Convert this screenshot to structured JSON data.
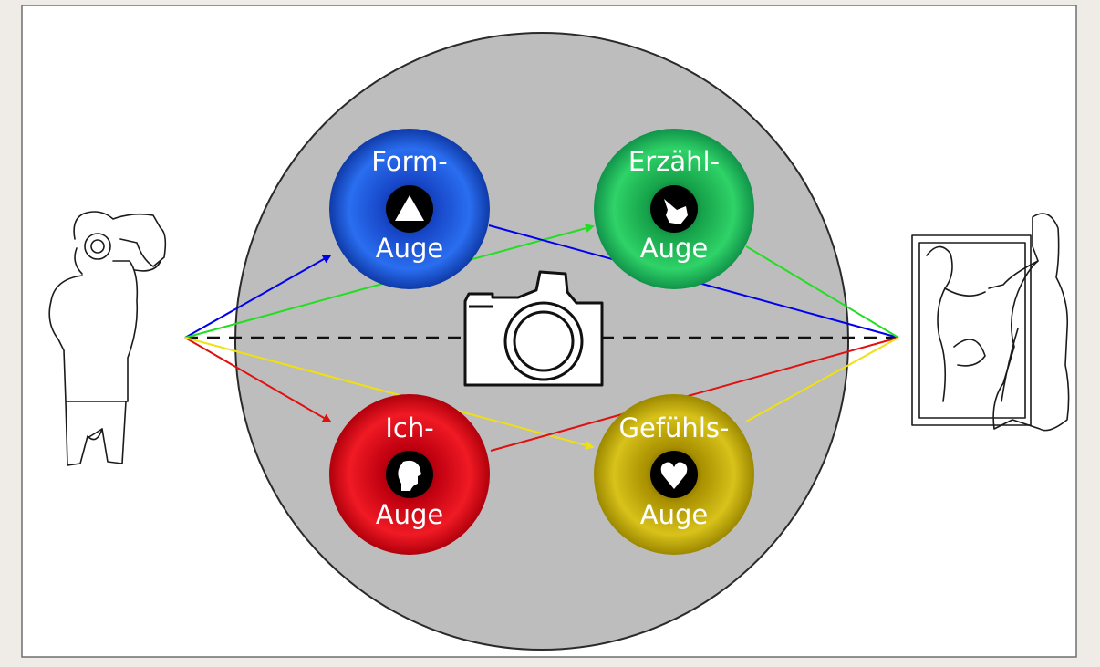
{
  "eyes": {
    "form": {
      "top": "Form-",
      "bottom": "Auge",
      "color": "#1f5fe0",
      "icon": "triangle-icon"
    },
    "erzaehl": {
      "top": "Erzähl-",
      "bottom": "Auge",
      "color": "#22c25a",
      "icon": "pointing-hand-icon"
    },
    "ich": {
      "top": "Ich-",
      "bottom": "Auge",
      "color": "#e0101c",
      "icon": "head-profile-icon"
    },
    "gefuehl": {
      "top": "Gefühls-",
      "bottom": "Auge",
      "color": "#c9b210",
      "icon": "heart-icon"
    }
  },
  "colors": {
    "background": "#efece7",
    "panel": "#ffffff",
    "circle": "#bdbdbd",
    "line_blue": "#0000ee",
    "line_green": "#22dd22",
    "line_red": "#e01010",
    "line_yellow": "#f0e010"
  },
  "figures": {
    "left": "photographer-figure",
    "center": "camera-icon",
    "right": "woman-with-painting-figure"
  }
}
